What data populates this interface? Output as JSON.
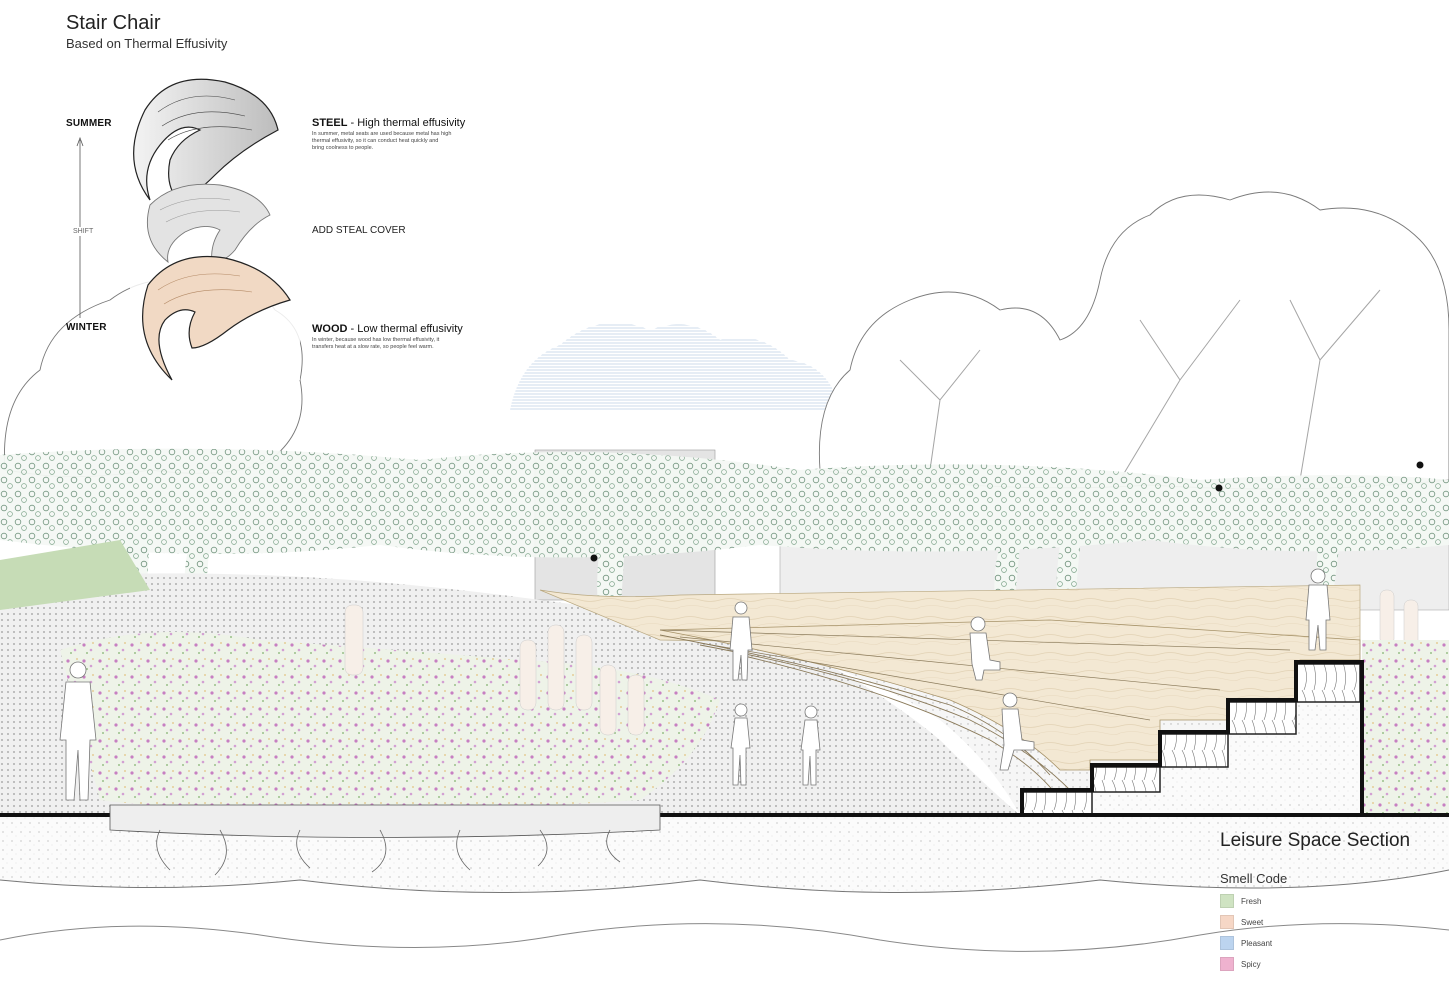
{
  "header": {
    "title": "Stair Chair",
    "subtitle": "Based on Thermal Effusivity"
  },
  "diagram": {
    "summer_label": "SUMMER",
    "winter_label": "WINTER",
    "shift_label": "SHIFT",
    "steel": {
      "name": "STEEL",
      "property": " - High thermal effusivity",
      "description": "In summer, metal seats are used because metal has high thermal effusivity, so it can conduct heat quickly and bring coolness to people."
    },
    "cover_label": "ADD STEAL COVER",
    "wood": {
      "name": "WOOD",
      "property": " - Low thermal effusivity",
      "description": "In winter, because wood has low thermal effusivity, it transfers heat at a slow rate, so people feel warm."
    },
    "colors": {
      "steel": "#d9d9d6",
      "wood": "#f1d9c4",
      "stairs": "#f2e7d0",
      "ground": "#eeeeee"
    }
  },
  "section": {
    "title": "Leisure Space Section"
  },
  "legend": {
    "title": "Smell Code",
    "items": [
      {
        "label": "Fresh",
        "color": "#cfe3c2"
      },
      {
        "label": "Sweet",
        "color": "#f6d7c6"
      },
      {
        "label": "Pleasant",
        "color": "#bcd4ef"
      },
      {
        "label": "Spicy",
        "color": "#efb2cf"
      }
    ]
  }
}
